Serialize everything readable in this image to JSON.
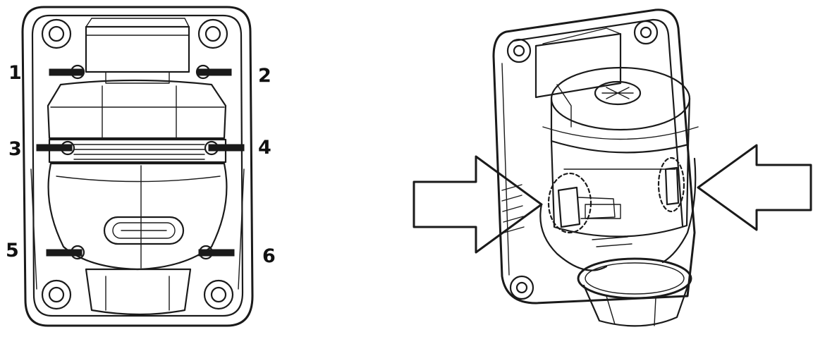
{
  "left_view": {
    "callouts": [
      "1",
      "2",
      "3",
      "4",
      "5",
      "6"
    ]
  },
  "right_view": {
    "arrows": [
      "arrow-left-pointing-right",
      "arrow-right-pointing-left"
    ]
  },
  "colors": {
    "ink": "#1a1a1a",
    "background": "#ffffff"
  }
}
